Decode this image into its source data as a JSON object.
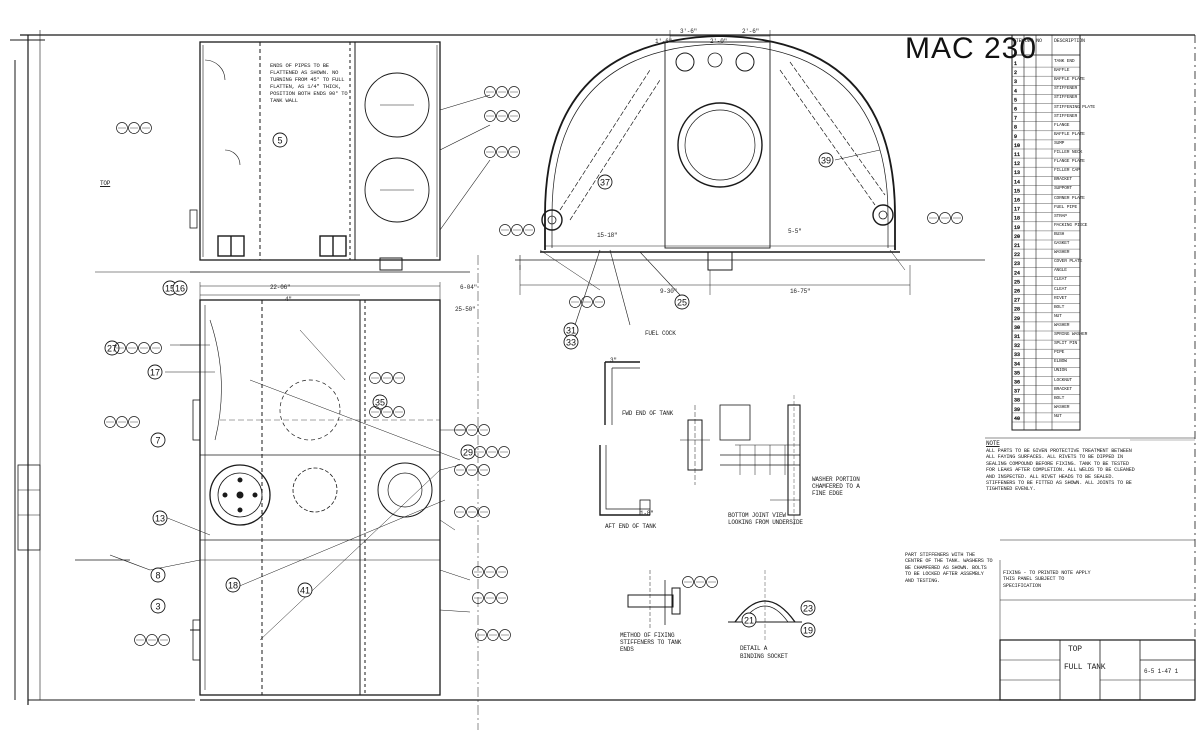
{
  "sheet_title": "MAC 230",
  "title_block": {
    "line1": "TOP",
    "line2": "FULL TANK",
    "drawing_number": "6-5 1-47 1"
  },
  "upper_left_note": "ENDS OF PIPES TO BE FLATTENED AS SHOWN. NO TURNING FROM 45° TO FULL FLATTEN, AS 1/4\" THICK, POSITION BOTH ENDS 90° TO TANK WALL",
  "section_note": "TOP",
  "detail_labels": {
    "forward_end": "FWD END OF TANK",
    "aft_end": "AFT END OF TANK",
    "method_fixing": "METHOD OF FIXING STIFFENERS TO TANK ENDS",
    "detail_a": "DETAIL A",
    "binding_socket": "BINDING SOCKET",
    "bottom_joint": "BOTTOM JOINT VIEW LOOKING FROM UNDERSIDE",
    "washer_portion": "WASHER PORTION CHAMFERED TO A FINE EDGE",
    "fuel_cock": "FUEL COCK"
  },
  "notes_heading": "NOTE",
  "notes_text": "ALL PARTS TO BE GIVEN PROTECTIVE TREATMENT BETWEEN ALL FAYING SURFACES. ALL RIVETS TO BE DIPPED IN SEALING COMPOUND BEFORE FIXING. TANK TO BE TESTED FOR LEAKS AFTER COMPLETION. ALL WELDS TO BE CLEANED AND INSPECTED. ALL RIVET HEADS TO BE SEALED. STIFFENERS TO BE FITTED AS SHOWN. ALL JOINTS TO BE TIGHTENED EVENLY.",
  "notes_text_2": "PART STIFFENERS WITH THE CENTRE OF THE TANK. WASHERS TO BE CHAMFERED AS SHOWN. BOLTS TO BE LOCKED AFTER ASSEMBLY AND TESTING.",
  "bottom_right_note": "FIXING - TO PRINTED NOTE APPLY THIS PANEL SUBJECT TO SPECIFICATION",
  "table_header": {
    "col1": "ITEM",
    "col2": "DWG NO",
    "col3": "DESCRIPTION"
  },
  "parts_list_rows": [
    "TANK END",
    "BAFFLE",
    "BAFFLE PLATE",
    "STIFFENER",
    "STIFFENER",
    "STIFFENING PLATE",
    "STIFFENER",
    "FLANGE",
    "BAFFLE PLATE",
    "SUMP",
    "FILLER NECK",
    "FLANGE PLATE",
    "FILLER CAP",
    "BRACKET",
    "SUPPORT",
    "CORNER PLATE",
    "FUEL PIPE",
    "STRAP",
    "PACKING PIECE",
    "BUSH",
    "GASKET",
    "WASHER",
    "COVER PLATE",
    "ANGLE",
    "CLEAT",
    "CLEAT",
    "RIVET",
    "BOLT",
    "NUT",
    "WASHER",
    "SPRING WASHER",
    "SPLIT PIN",
    "PIPE",
    "ELBOW",
    "UNION",
    "LOCKNUT",
    "BRACKET",
    "BOLT",
    "WASHER",
    "NUT"
  ],
  "balloons": [
    "5",
    "15",
    "16",
    "17",
    "27",
    "7",
    "8",
    "3",
    "13",
    "18",
    "41",
    "35",
    "29",
    "37",
    "39",
    "31",
    "33",
    "25",
    "21",
    "23",
    "19"
  ],
  "dim_labels": [
    "3'-6\"",
    "2'-0\"",
    "2'-6\"",
    "1'-6\"",
    "22-06\"",
    "6-04\"",
    "9-30\"",
    "16-75\"",
    "3\"",
    "1-8\"",
    "5-5\"",
    "15-18\"",
    "25-50\"",
    "4\""
  ]
}
